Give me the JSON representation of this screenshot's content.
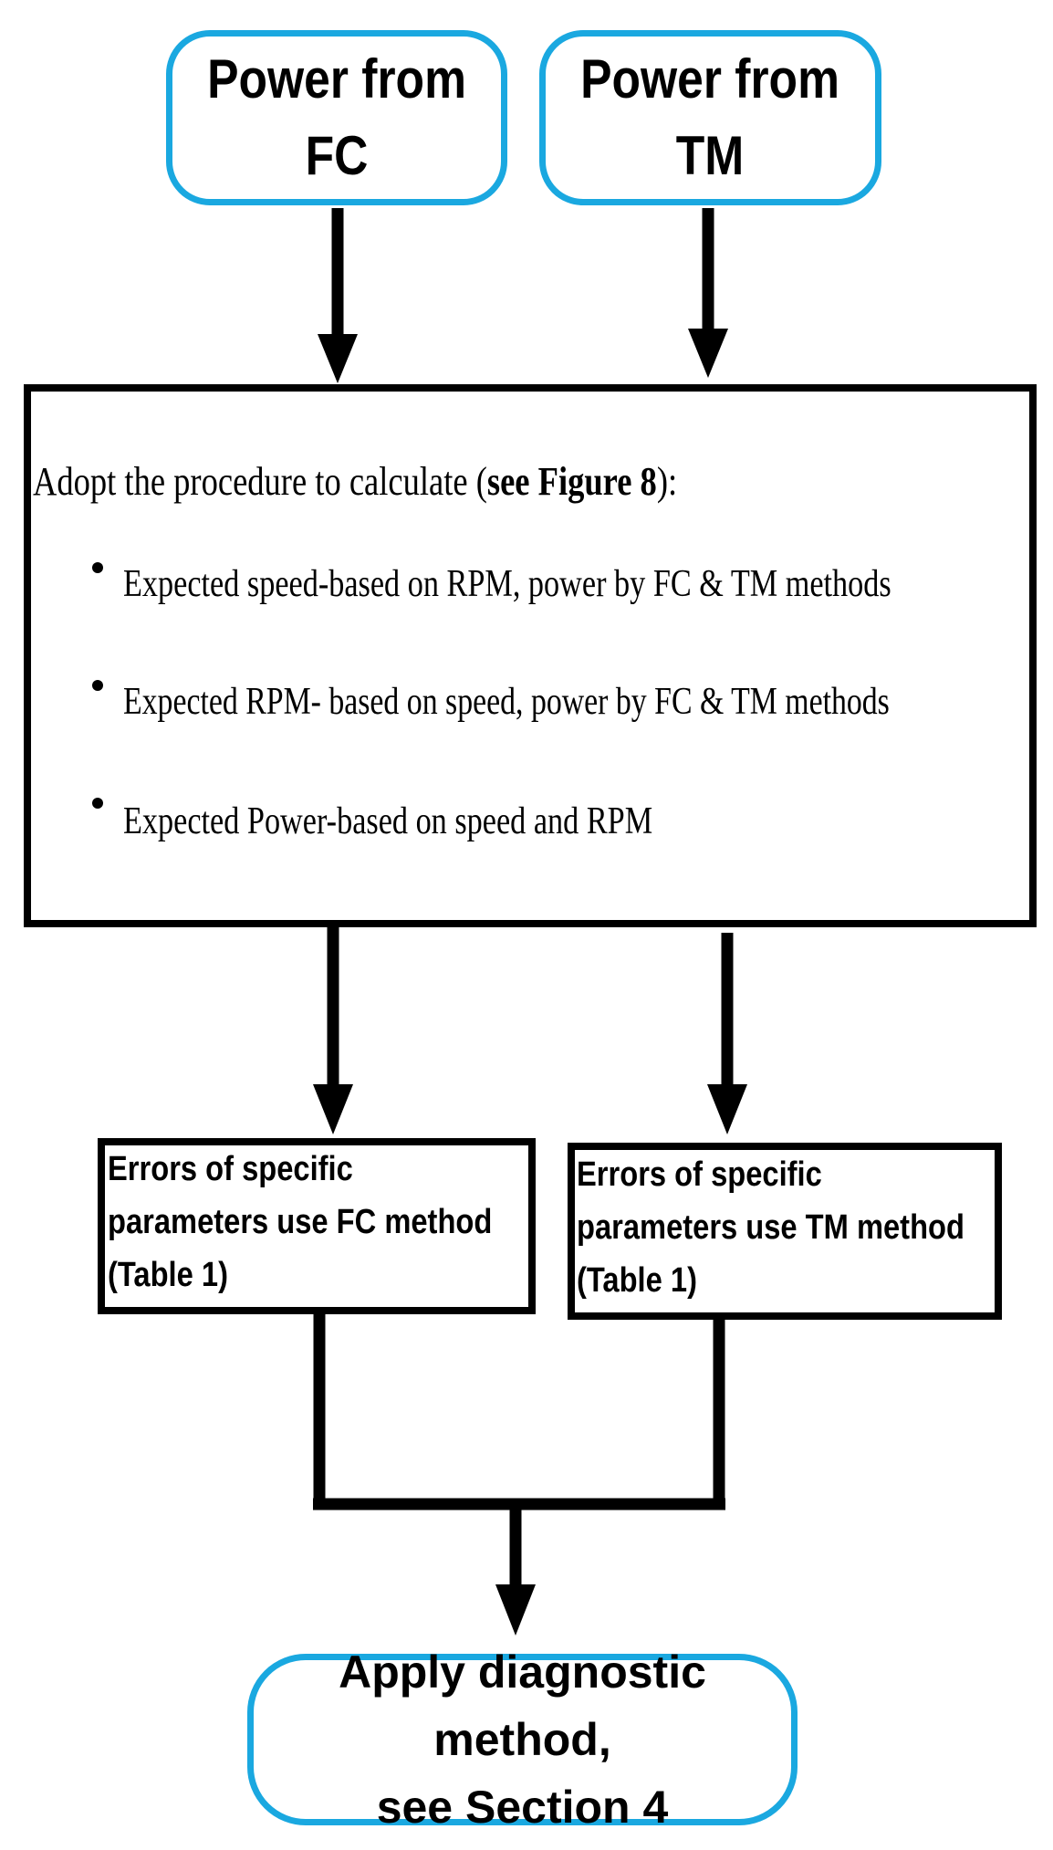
{
  "nodes": {
    "power_fc": {
      "line1": "Power from",
      "line2": "FC"
    },
    "power_tm": {
      "line1": "Power from",
      "line2": "TM"
    },
    "procedure": {
      "intro_plain": "Adopt the procedure to calculate   (",
      "intro_bold": "see Figure 8",
      "intro_end": "):",
      "bullets": [
        "Expected speed-based on RPM, power by FC & TM methods",
        "Expected RPM- based on speed, power by FC & TM methods",
        "Expected Power-based on speed and RPM"
      ]
    },
    "errors_fc": {
      "line1": "Errors of specific",
      "line2": "parameters use FC method",
      "line3": "(Table 1)"
    },
    "errors_tm": {
      "line1": "Errors of specific",
      "line2": "parameters use TM method",
      "line3": "(Table 1)"
    },
    "apply": {
      "line1": "Apply diagnostic method,",
      "line2": "see Section 4"
    }
  },
  "colors": {
    "rounded_border": "#1aa8e0",
    "box_border": "#000000",
    "arrow": "#000000"
  }
}
